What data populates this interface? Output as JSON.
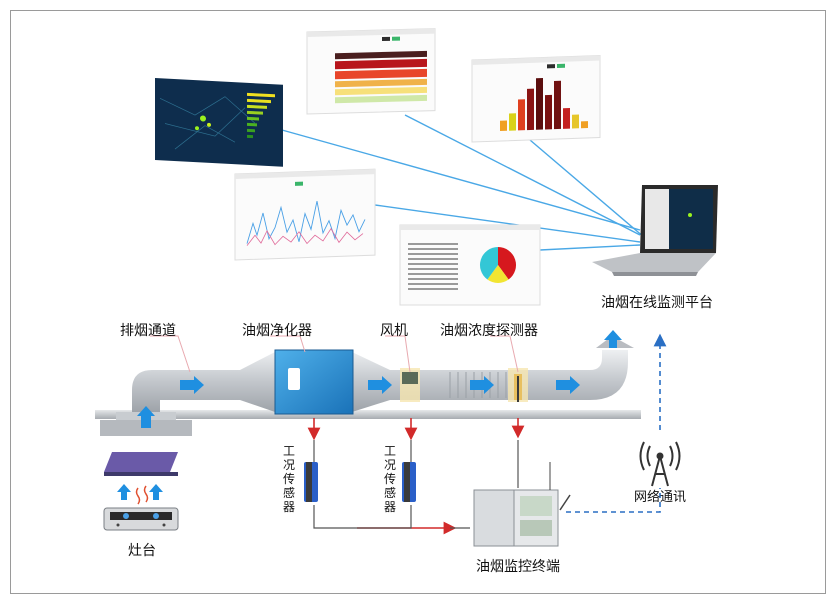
{
  "labels": {
    "platform": "油烟在线监测平台",
    "exhaust_duct": "排烟通道",
    "purifier": "油烟净化器",
    "fan": "风机",
    "smoke_detector": "油烟浓度探测器",
    "condition_sensor_1": "工\n况\n传\n感\n器",
    "condition_sensor_2": "工\n况\n传\n感\n器",
    "network": "网络通讯",
    "stove": "灶台",
    "terminal": "油烟监控终端"
  },
  "colors": {
    "duct": "#c9ccd0",
    "purifier": "#2b8fd1",
    "link_line": "#4aa8e6",
    "flow_arrow": "#1f8fe0",
    "signal_arrow": "#d22a2a",
    "network_line": "#2a6fc4"
  },
  "pie_chart": {
    "slices": [
      {
        "label": "red",
        "value": 40,
        "color": "#d6181e"
      },
      {
        "label": "yellow",
        "value": 20,
        "color": "#f2e532"
      },
      {
        "label": "cyan",
        "value": 40,
        "color": "#33c7d6"
      }
    ]
  },
  "bar_chart": {
    "bars": [
      {
        "value": 15,
        "color": "#f0a024"
      },
      {
        "value": 25,
        "color": "#d9d21a"
      },
      {
        "value": 45,
        "color": "#e0401f"
      },
      {
        "value": 60,
        "color": "#8a1414"
      },
      {
        "value": 75,
        "color": "#5a0d0d"
      },
      {
        "value": 50,
        "color": "#7a1010"
      },
      {
        "value": 70,
        "color": "#701212"
      },
      {
        "value": 30,
        "color": "#c42020"
      },
      {
        "value": 20,
        "color": "#e6c62a"
      },
      {
        "value": 10,
        "color": "#f0a024"
      }
    ]
  }
}
